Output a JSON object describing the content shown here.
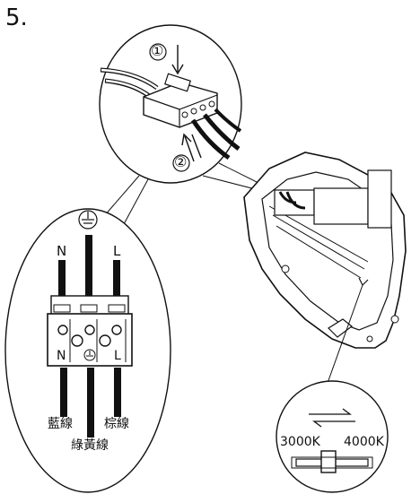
{
  "step": "5.",
  "callouts": {
    "press": "①",
    "insert": "②"
  },
  "terminal": {
    "top_n": "N",
    "top_l": "L",
    "body_n": "N",
    "body_l": "L",
    "ground_icon": "earth-ground-icon"
  },
  "wires": {
    "blue": "藍線",
    "green_yellow": "綠黃線",
    "brown": "棕線"
  },
  "cct_switch": {
    "left": "3000K",
    "right": "4000K",
    "icon": "swap-arrows-icon"
  }
}
